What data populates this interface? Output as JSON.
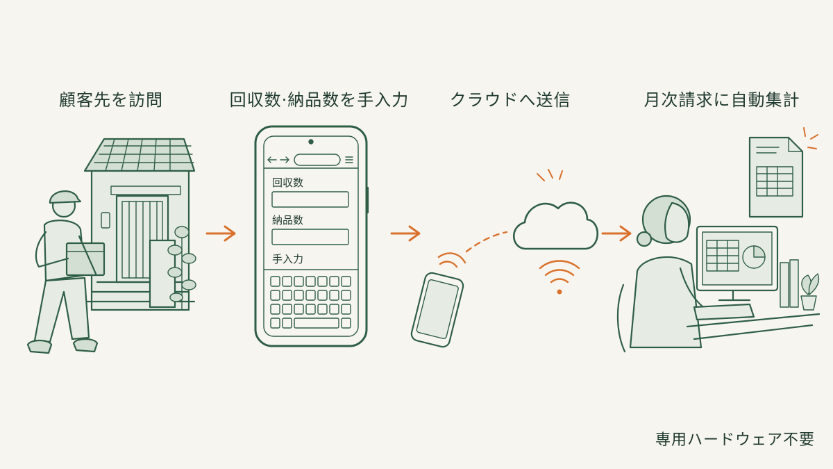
{
  "steps": [
    {
      "label": "顧客先を訪問",
      "icon": "delivery-person-house-icon"
    },
    {
      "label": "回収数·納品数を手入力",
      "icon": "smartphone-form-icon"
    },
    {
      "label": "クラウドへ送信",
      "icon": "cloud-upload-icon"
    },
    {
      "label": "月次請求に自動集計",
      "icon": "office-worker-spreadsheet-icon"
    }
  ],
  "phone_form": {
    "field1_label": "回収数",
    "field2_label": "納品数",
    "field3_label": "手入力"
  },
  "footer_note": "専用ハードウェア不要",
  "colors": {
    "background": "#f7f5ef",
    "ink": "#2f5e47",
    "accent": "#d9712c",
    "text": "#1f3a2f"
  }
}
